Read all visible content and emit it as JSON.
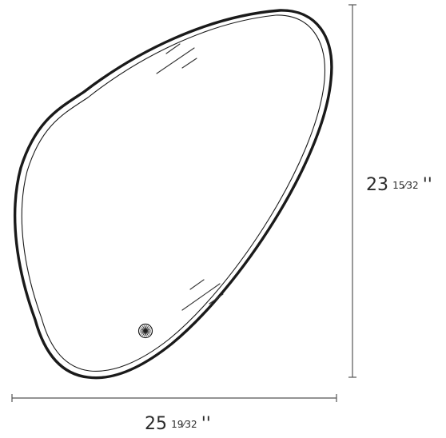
{
  "dimensions": {
    "height": {
      "whole": "23",
      "fraction": "15⁄32",
      "unit": "''"
    },
    "width": {
      "whole": "25",
      "fraction": "19⁄32",
      "unit": "''"
    }
  },
  "colors": {
    "outline": "#1a1a1a",
    "dimension_line": "#555555",
    "glare": "#333333"
  },
  "icons": {
    "touch_sensor": "sunburst-touch-sensor-icon"
  }
}
